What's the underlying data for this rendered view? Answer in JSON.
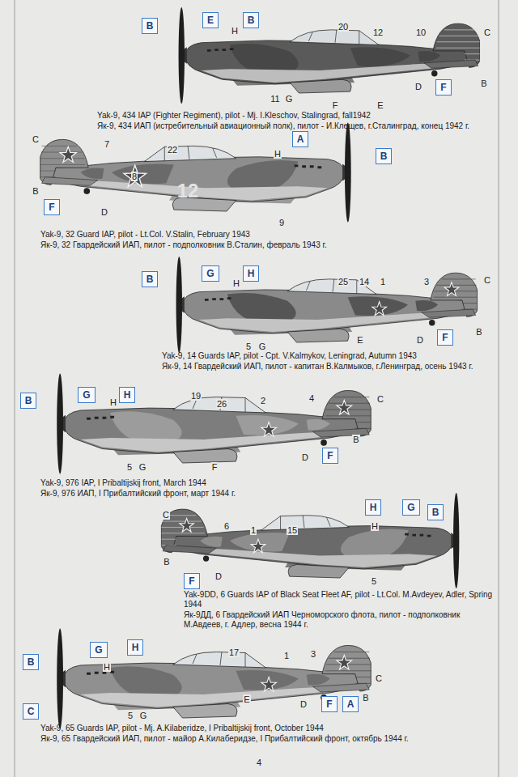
{
  "diagram": {
    "nodes": [
      {
        "text": [
          "B"
        ]
      },
      {
        "text": [
          "E"
        ]
      },
      {
        "text": [
          "B"
        ]
      },
      {
        "text": [
          "F"
        ]
      },
      {
        "text": [
          "A"
        ]
      },
      {
        "text": [
          "B"
        ]
      },
      {
        "text": [
          "F"
        ]
      },
      {
        "text": [
          "B"
        ]
      },
      {
        "text": [
          "G"
        ]
      },
      {
        "text": [
          "H"
        ]
      },
      {
        "text": [
          "F"
        ]
      },
      {
        "text": [
          "B"
        ]
      },
      {
        "text": [
          "G"
        ]
      },
      {
        "text": [
          "H"
        ]
      },
      {
        "text": [
          "F"
        ]
      },
      {
        "text": [
          "H"
        ]
      },
      {
        "text": [
          "G"
        ]
      },
      {
        "text": [
          "B"
        ]
      },
      {
        "text": [
          "F"
        ]
      },
      {
        "text": [
          "G"
        ]
      },
      {
        "text": [
          "H"
        ]
      },
      {
        "text": [
          "B"
        ]
      },
      {
        "text": [
          "C"
        ]
      },
      {
        "text": [
          "F"
        ]
      },
      {
        "text": [
          "A"
        ]
      }
    ],
    "labels": [
      "H",
      "20",
      "12",
      "10",
      "C",
      "B",
      "D",
      "11",
      "G",
      "F",
      "E",
      "Yak-9, 434 IAP (Fighter Regiment), pilot - Mj. I.Kleschov, Stalingrad, fall1942",
      "Як-9, 434 ИАП (истребительный авиационный полк), пилот - И.Клещев, г.Сталинград, конец 1942 г.",
      "C",
      "7",
      "22",
      "H",
      "8",
      "12",
      "B",
      "D",
      "9",
      "Yak-9, 32 Guard IAP, pilot - Lt.Col. V.Stalin, February 1943",
      "Як-9, 32 Гвардейский ИАП, пилот - подполковник В.Сталин, февраль 1943 г.",
      "H",
      "25",
      "14",
      "1",
      "3",
      "C",
      "B",
      "E",
      "D",
      "5",
      "G",
      "Yak-9, 14 Guards IAP, pilot - Cpt. V.Kalmykov, Leningrad, Autumn 1943",
      "Як-9, 14 Гвардейский ИАП, пилот - капитан В.Калмыков, г.Ленинград, осень 1943 г.",
      "H",
      "19",
      "26",
      "2",
      "4",
      "C",
      "B",
      "D",
      "5",
      "G",
      "F",
      "Yak-9, 976 IAP, I Pribaltijskij front, March 1944",
      "Як-9, 976 ИАП, I Прибалтийский фронт, март 1944 г.",
      "C",
      "6",
      "1",
      "15",
      "H",
      "B",
      "D",
      "5",
      "Yak-9DD, 6 Guards IAP of Black Seat Fleet AF, pilot - Lt.Col. M.Avdeyev, Adler, Spring 1944",
      "Як-9ДД, 6 Гвардейский ИАП Черноморского флота, пилот - подполковник М.Авдеев, г. Адлер, весна 1944 г.",
      "H",
      "17",
      "1",
      "3",
      "C",
      "B",
      "E",
      "D",
      "5",
      "G",
      "Yak-9, 65 Guards IAP, pilot - Mj. A.Kilaberidze, I Pribaltijskij front, October 1944",
      "Як-9, 65 Гвардейский ИАП, пилот - майор А.Килаберидзе, I Прибалтийский фронт, октябрь 1944 г.",
      "4"
    ]
  }
}
